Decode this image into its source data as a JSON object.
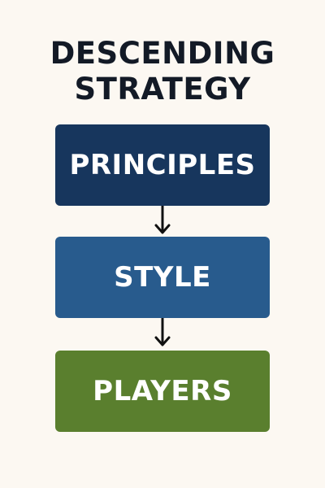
{
  "title": {
    "line1": "DESCENDING",
    "line2": "STRATEGY"
  },
  "boxes": [
    {
      "label": "PRINCIPLES",
      "color": "#17365d"
    },
    {
      "label": "STYLE",
      "color": "#285b8d"
    },
    {
      "label": "PLAYERS",
      "color": "#5a7f2e"
    }
  ],
  "arrow_color": "#111111",
  "icons": {
    "connector": "arrow-down-icon"
  }
}
